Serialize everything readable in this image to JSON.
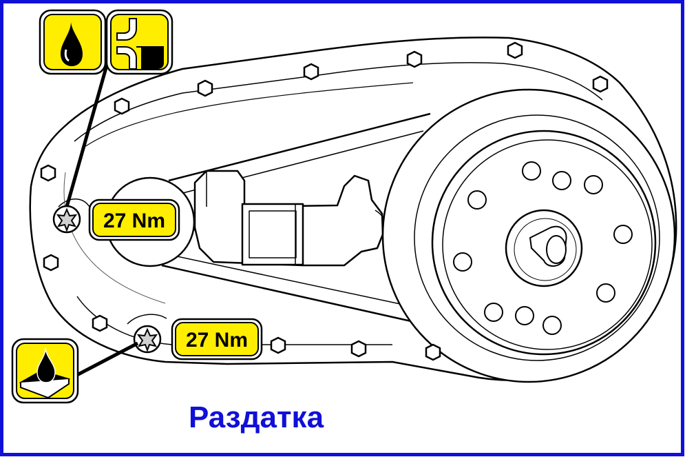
{
  "caption": "Раздатка",
  "torque_labels": {
    "upper_bolt": "27 Nm",
    "lower_bolt": "27 Nm"
  },
  "icons": {
    "top_left": "oil-drop-icon",
    "top_right": "oil-fill-level-icon",
    "bottom_left": "sealant-drop-icon"
  },
  "colors": {
    "frame_border": "#1010d8",
    "caption": "#1010d8",
    "label_fill": "#ffee00",
    "line": "#000000"
  }
}
